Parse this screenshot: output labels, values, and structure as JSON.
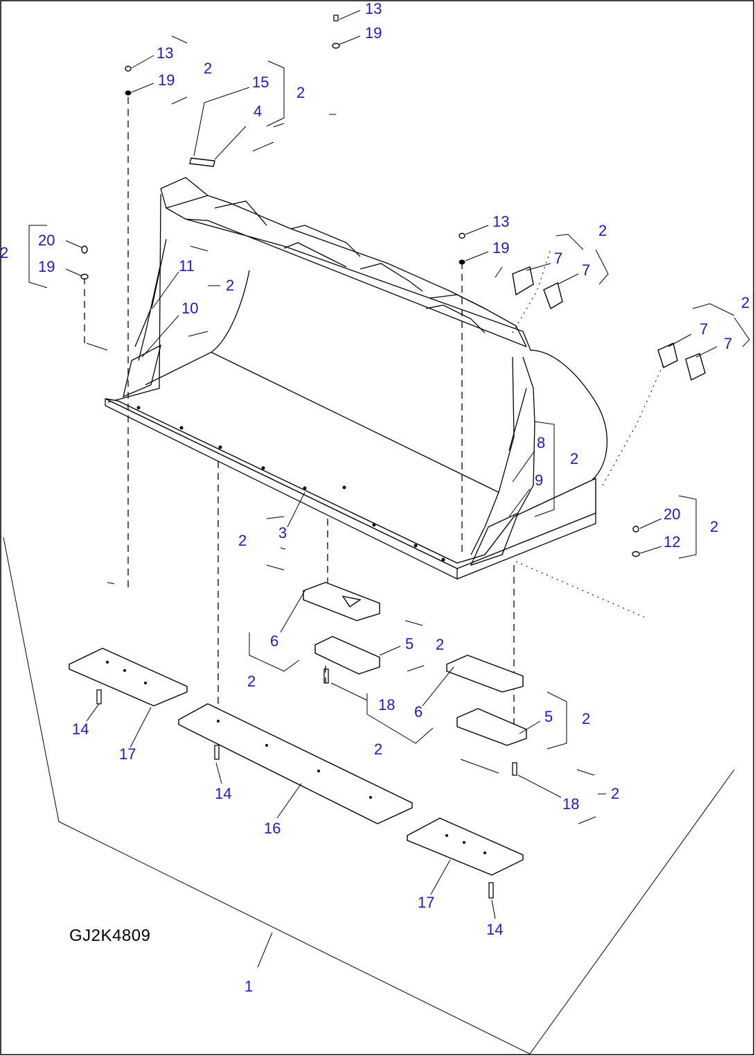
{
  "drawing": {
    "code": "GJ2K4809"
  },
  "callouts": {
    "c1": "1",
    "c2": "2",
    "c3": "3",
    "c4": "4",
    "c5": "5",
    "c6": "6",
    "c7": "7",
    "c8": "8",
    "c9": "9",
    "c10": "10",
    "c11": "11",
    "c12": "12",
    "c13": "13",
    "c14": "14",
    "c15": "15",
    "c16": "16",
    "c17": "17",
    "c18": "18",
    "c19": "19",
    "c20": "20"
  },
  "colors": {
    "callout_text": "#1a1ab8",
    "line_art": "#000000",
    "background": "#ffffff"
  }
}
